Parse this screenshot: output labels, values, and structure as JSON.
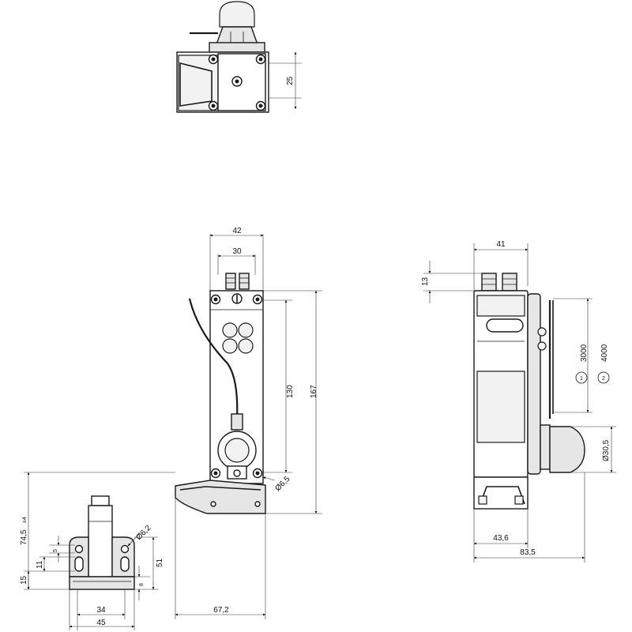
{
  "top_view": {
    "dim_height": "25"
  },
  "front_view": {
    "dim_width_outer": "42",
    "dim_width_inner": "30",
    "dim_height_inner": "130",
    "dim_height_outer": "167",
    "dim_hole": "Ø6,5",
    "dim_bottom_width": "67,2"
  },
  "side_view": {
    "dim_width_top": "41",
    "dim_connector": "13",
    "dim_cable_1": "3000",
    "dim_cable_2": "4000",
    "marker_1": "1",
    "marker_2": "2",
    "dim_knob": "Ø30,5",
    "dim_base_1": "43,6",
    "dim_base_2": "83,5"
  },
  "actuator_view": {
    "dim_height": "74,5",
    "dim_height_tol": "±4",
    "dim_5": "5",
    "dim_11": "11",
    "dim_15": "15",
    "dim_hole": "Ø6,2",
    "dim_51": "51",
    "dim_8": "8",
    "dim_34": "34",
    "dim_45": "45"
  }
}
